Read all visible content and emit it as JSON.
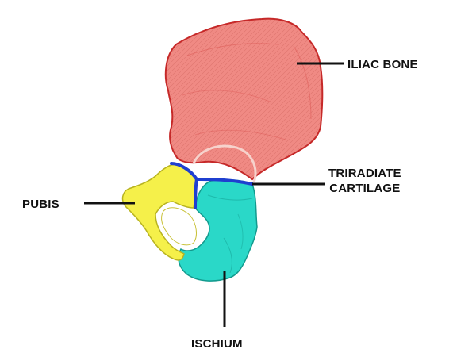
{
  "labels": {
    "iliac_bone": "ILIAC BONE",
    "triradiate_line1": "TRIRADIATE",
    "triradiate_line2": "CARTILAGE",
    "pubis": "PUBIS",
    "ischium": "ISCHIUM"
  },
  "colors": {
    "ilium": "#f08a84",
    "ilium_outline": "#c62828",
    "pubis": "#f5f04a",
    "ischium": "#2ad8c8",
    "cartilage": "#1f3fd0",
    "acetabulum_rim": "#f2b8b0",
    "leader_line": "#111111"
  }
}
